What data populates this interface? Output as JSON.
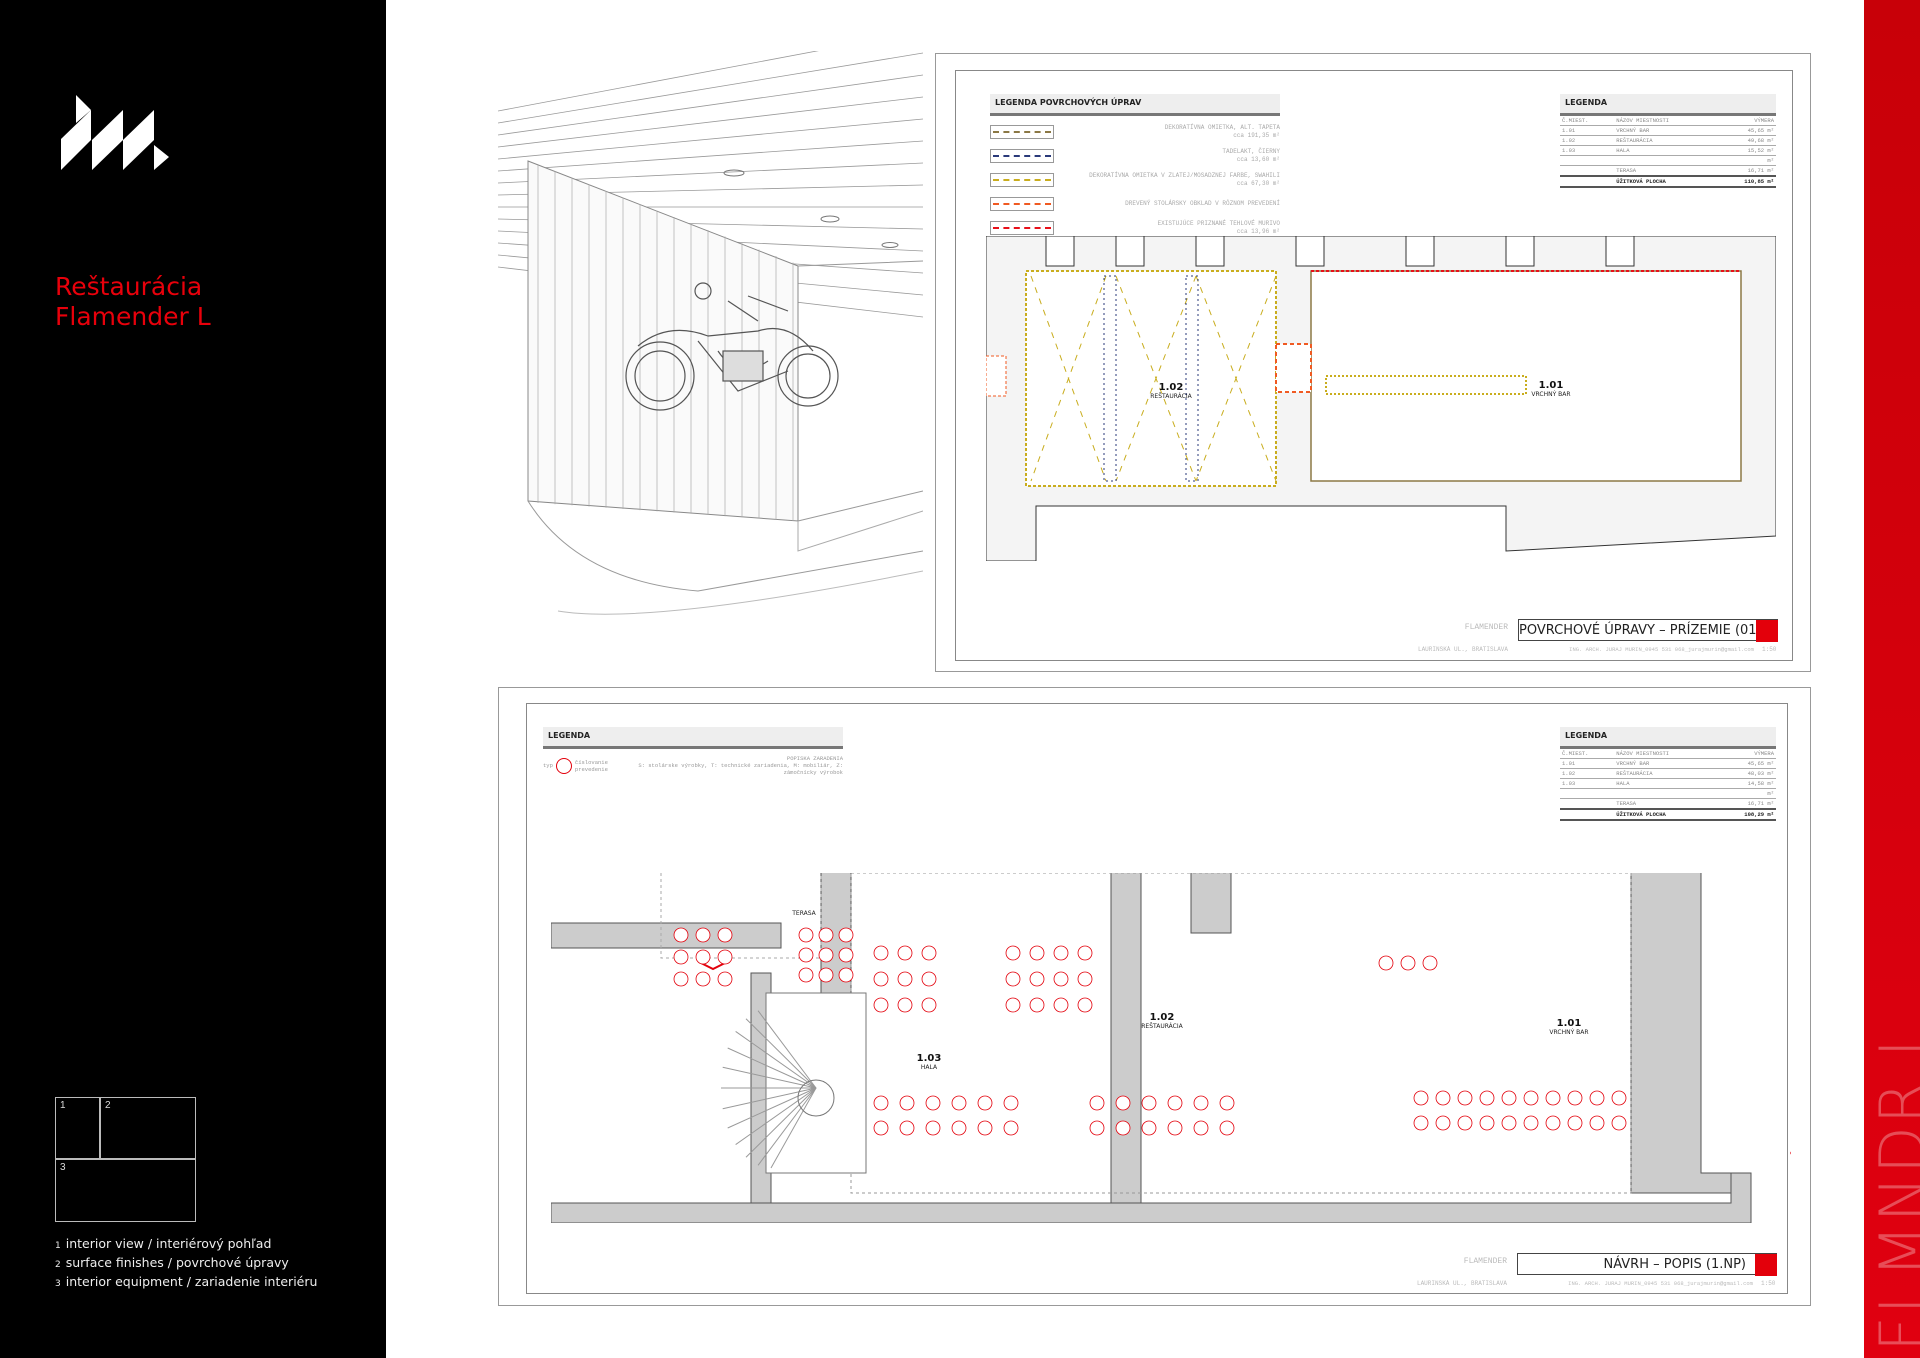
{
  "project": {
    "title_line1": "Reštaurácia",
    "title_line2": "Flamender L",
    "strip_text": "FLMNDR L"
  },
  "layout_key": {
    "boxes": [
      "1",
      "2",
      "3"
    ],
    "captions": [
      {
        "num": "1",
        "text": "interior view / interiérový pohľad"
      },
      {
        "num": "2",
        "text": "surface finishes / povrchové úpravy"
      },
      {
        "num": "3",
        "text": "interior equipment / zariadenie interiéru"
      }
    ]
  },
  "colors": {
    "accent": "#e3000b",
    "black": "#000000"
  },
  "sheet_finishes": {
    "legend_title": "LEGENDA POVRCHOVÝCH ÚPRAV",
    "legend": [
      {
        "color": "#8b7845",
        "label": "DEKORATÍVNA OMIETKA, ALT. TAPETA",
        "area": "cca 191,35 m²"
      },
      {
        "color": "#2a3a7a",
        "label": "TADELAKT, ČIERNY",
        "area": "cca 13,60 m²"
      },
      {
        "color": "#c9ad1e",
        "label": "DEKORATÍVNA OMIETKA V ZLATEJ/MOSADZNEJ FARBE, SWAHILI",
        "area": "cca 67,30 m²"
      },
      {
        "color": "#f05a22",
        "label": "DREVENÝ STOLÁRSKY OBKLAD V RÔZNOM PREVEDENÍ",
        "area": ""
      },
      {
        "color": "#e8101a",
        "label": "EXISTUJÚCE PRIZNANÉ TEHLOVÉ MURIVO",
        "area": "cca 13,96 m²"
      }
    ],
    "table": {
      "title": "LEGENDA",
      "headers": [
        "Č.MIEST.",
        "NÁZOV MIESTNOSTI",
        "VÝMERA"
      ],
      "rows": [
        [
          "1.01",
          "VRCHNÝ BAR",
          "45,65 m²"
        ],
        [
          "1.02",
          "REŠTAURÁCIA",
          "49,68 m²"
        ],
        [
          "1.03",
          "HALA",
          "15,52 m²"
        ],
        [
          "",
          "",
          "m²"
        ],
        [
          "",
          "TERASA",
          "16,71 m²"
        ]
      ],
      "total": [
        "",
        "ÚŽITKOVÁ PLOCHA",
        "110,85 m²"
      ]
    },
    "rooms": [
      {
        "num": "1.02",
        "name": "REŠTAURÁCIA"
      },
      {
        "num": "1.01",
        "name": "VRCHNÝ BAR"
      }
    ],
    "title_block": {
      "project": "FLAMENDER",
      "address": "LAURINSKÁ UL., BRATISLAVA",
      "name": "POVRCHOVÉ ÚPRAVY – PRÍZEMIE (01)",
      "author": "ING. ARCH. JURAJ MURIN_0945 531 068_jurajmurin@gmail.com",
      "scale": "1:50"
    }
  },
  "sheet_equipment": {
    "legend_title": "LEGENDA",
    "legend_labels": {
      "type": "typ",
      "number": "číslovanie",
      "variant": "prevedenie",
      "desc_title": "POPISKA ZARADENIA",
      "desc": "S: stolárske výrobky, T: technické zariadenia, M: mobiliár, Z: zámočnícky výrobok"
    },
    "table": {
      "title": "LEGENDA",
      "headers": [
        "Č.MIEST.",
        "NÁZOV MIESTNOSTI",
        "VÝMERA"
      ],
      "rows": [
        [
          "1.01",
          "VRCHNÝ BAR",
          "45,65 m²"
        ],
        [
          "1.02",
          "REŠTAURÁCIA",
          "48,03 m²"
        ],
        [
          "1.03",
          "HALA",
          "14,58 m²"
        ],
        [
          "",
          "",
          "m²"
        ],
        [
          "",
          "TERASA",
          "16,71 m²"
        ]
      ],
      "total": [
        "",
        "ÚŽITKOVÁ PLOCHA",
        "108,29 m²"
      ]
    },
    "rooms": [
      {
        "num": "1.02",
        "name": "REŠTAURÁCIA"
      },
      {
        "num": "1.01",
        "name": "VRCHNÝ BAR"
      },
      {
        "num": "1.03",
        "name": "HALA"
      },
      {
        "num": "",
        "name": "TERASA"
      }
    ],
    "title_block": {
      "project": "FLAMENDER",
      "address": "LAURINSKÁ UL., BRATISLAVA",
      "name": "NÁVRH – POPIS (1.NP)",
      "author": "ING. ARCH. JURAJ MURIN_0945 531 068_jurajmurin@gmail.com",
      "scale": "1:50"
    }
  }
}
